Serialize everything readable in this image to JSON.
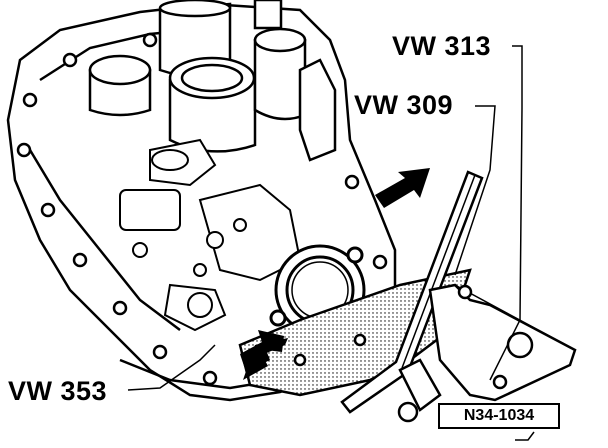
{
  "labels": {
    "vw313": "VW 313",
    "vw309": "VW 309",
    "vw353": "VW 353"
  },
  "reference_code": "N34-1034",
  "colors": {
    "ink": "#000000",
    "paper": "#ffffff",
    "shade": "#e9e9e9"
  }
}
